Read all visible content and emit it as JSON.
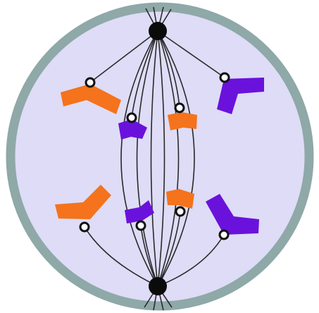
{
  "diagram": {
    "colors": {
      "background": "#ffffff",
      "membrane": "#8fa8a8",
      "cytoplasm": "#dedcf6",
      "spindle_fiber": "#2a2a2a",
      "pole": "#0b0b0b",
      "centromere_fill": "#ffffff",
      "centromere_stroke": "#111111",
      "chromosome_orange": "#f4731c",
      "chromosome_purple": "#6a12dc"
    },
    "parts": {
      "poles": [
        "top",
        "bottom"
      ],
      "chromosome_colors": [
        "orange",
        "purple"
      ],
      "chromatid_count": 8,
      "moving_toward_top_pole": 4,
      "moving_toward_bottom_pole": 4
    }
  }
}
